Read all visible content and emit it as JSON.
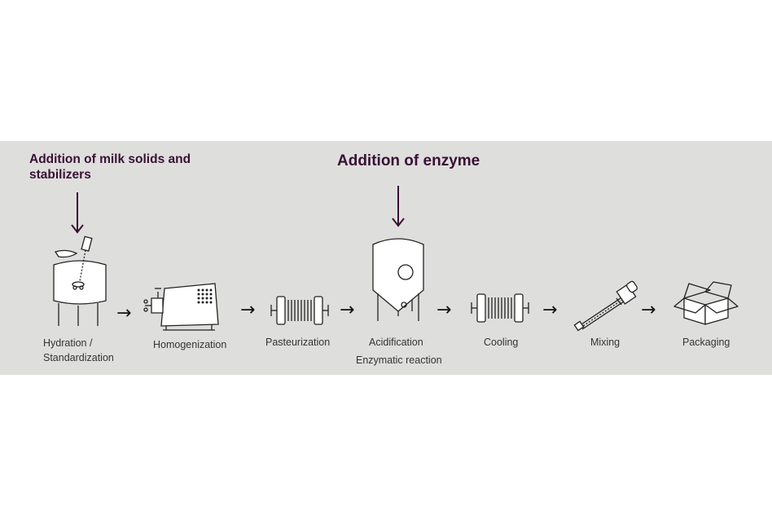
{
  "callouts": {
    "milk_solids": "Addition of milk solids and stabilizers",
    "enzyme": "Addition of enzyme"
  },
  "steps": [
    {
      "label_line1": "Hydration /",
      "label_line2": "Standardization",
      "icon": "mixing-tank-icon"
    },
    {
      "label_line1": "Homogenization",
      "icon": "homogenizer-icon"
    },
    {
      "label_line1": "Pasteurization",
      "icon": "heat-exchanger-icon"
    },
    {
      "label_line1": "Acidification",
      "label_line2": "Enzymatic reaction",
      "icon": "fermentation-tank-icon"
    },
    {
      "label_line1": "Cooling",
      "icon": "heat-exchanger-icon"
    },
    {
      "label_line1": "Mixing",
      "icon": "inline-mixer-icon"
    },
    {
      "label_line1": "Packaging",
      "icon": "box-icon"
    }
  ],
  "flow_arrow": "→",
  "colors": {
    "band": "#dedfdd",
    "accent": "#3a1034",
    "text": "#333333"
  }
}
